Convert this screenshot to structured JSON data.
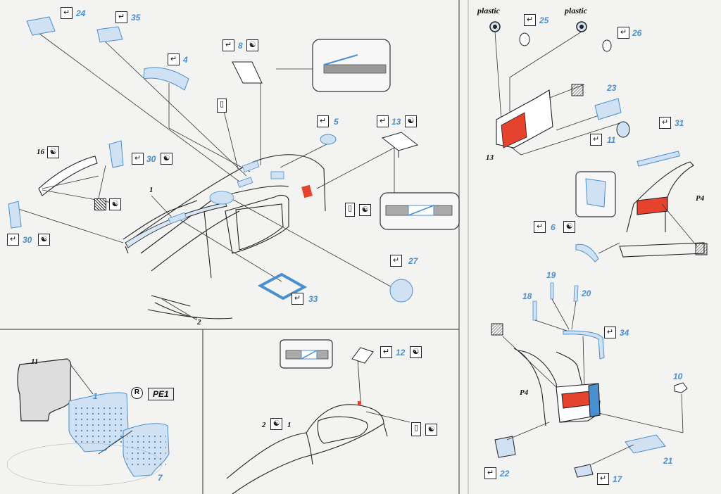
{
  "icons": {
    "check": "bend-arrow-icon",
    "yinyang": "yin-yang-icon",
    "file": "file-tool-icon",
    "hatch": "hatched-surface-icon",
    "registered": "r-mark-icon"
  },
  "colors": {
    "photoetch": "#4a8fcf",
    "paint": "#e5432d",
    "line": "#222222",
    "part_fill": "#cfe1f2"
  },
  "labels": {
    "p24": "24",
    "p35": "35",
    "p4": "4",
    "p8": "8",
    "p5": "5",
    "p13": "13",
    "p16": "16",
    "p30a": "30",
    "p30b": "30",
    "p27": "27",
    "p33": "33",
    "n1": "1",
    "n2": "2",
    "plastic_a": "plastic",
    "plastic_b": "plastic",
    "p25": "25",
    "p26": "26",
    "p23": "23",
    "p11": "11",
    "p31": "31",
    "n13": "13",
    "p6": "6",
    "p4_a": "P4",
    "p19": "19",
    "p18": "18",
    "p20": "20",
    "p34": "34",
    "p10": "10",
    "p4_b": "P4",
    "p21": "21",
    "p22": "22",
    "p17": "17",
    "n11": "11",
    "p1_panel": "1",
    "pe1": "PE1",
    "p7": "7",
    "registered": "R",
    "p12": "12",
    "n2b": "2",
    "n1b": "1"
  }
}
